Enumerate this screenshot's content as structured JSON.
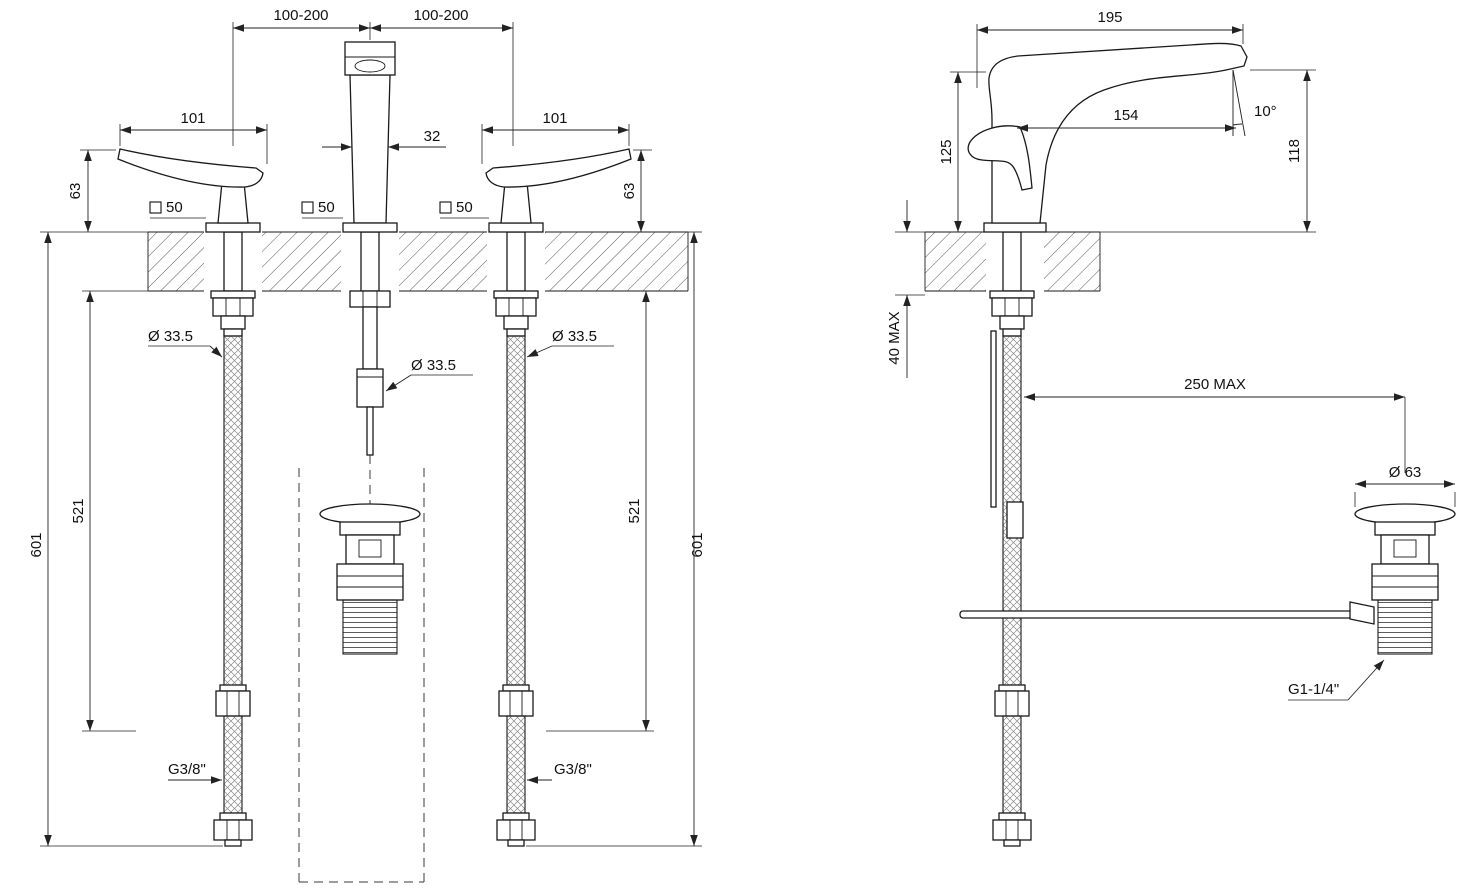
{
  "drawing": {
    "front": {
      "spacing_left": "100-200",
      "spacing_right": "100-200",
      "handle_width_left": "101",
      "handle_width_right": "101",
      "spout_width": "32",
      "handle_height_left": "63",
      "handle_height_right": "63",
      "base_square_left": "50",
      "base_square_center": "50",
      "base_square_right": "50",
      "shank_dia_left": "Ø 33.5",
      "shank_dia_center": "Ø 33.5",
      "shank_dia_right": "Ø 33.5",
      "hose_length_left": "521",
      "hose_length_right": "521",
      "overall_length_left": "601",
      "overall_length_right": "601",
      "hose_thread_left": "G3/8\"",
      "hose_thread_right": "G3/8\""
    },
    "side": {
      "spout_reach": "195",
      "outlet_projection": "154",
      "outlet_angle": "10°",
      "body_height": "125",
      "outlet_height": "118",
      "deck_thickness": "40 MAX",
      "rod_reach": "250 MAX",
      "waste_dia": "Ø 63",
      "waste_thread": "G1-1/4\""
    }
  }
}
